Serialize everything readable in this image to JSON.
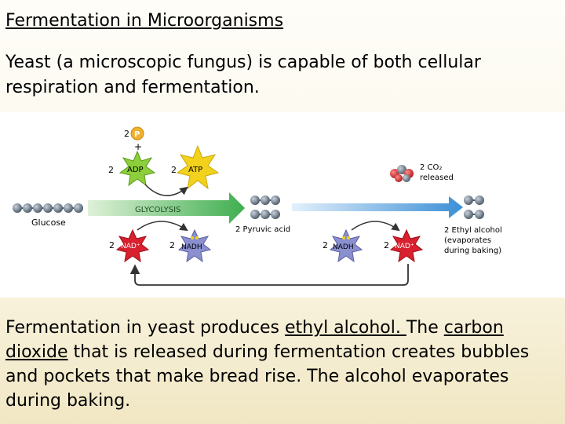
{
  "slide": {
    "title": "Fermentation in Microorganisms",
    "intro": "Yeast (a microscopic fungus) is capable of both cellular respiration and fermentation.",
    "caption": {
      "p1": "Fermentation in yeast produces ",
      "u1": "ethyl alcohol. ",
      "p2": "The ",
      "u2": "carbon dioxide",
      "p3": " that is released during fermentation creates bubbles and pockets that make bread rise. The alcohol evaporates during baking."
    }
  },
  "diagram": {
    "glycolysis_label": "GLYCOLYSIS",
    "glucose_label": "Glucose",
    "pyruvic_label": "2 Pyruvic acid",
    "p_coef": "2",
    "p_symbol": "P",
    "plus": "+",
    "adp_coef": "2",
    "adp_label": "ADP",
    "atp_coef": "2",
    "atp_label": "ATP",
    "co2_line1": "2 CO₂",
    "co2_line2": "released",
    "nad_left_coef": "2",
    "nad_left_label": "NAD⁺",
    "nadh_left_coef": "2",
    "nadh_left_label": "NADH",
    "nadh_right_coef": "2",
    "nadh_right_label": "NADH",
    "nad_right_coef": "2",
    "nad_right_label": "NAD⁺",
    "ethyl_line1": "2 Ethyl alcohol",
    "ethyl_line2": "(evaporates",
    "ethyl_line3": "during baking)",
    "colors": {
      "glycolysis_arrow": "#3fae4f",
      "fermentation_arrow": "#3b8fd6",
      "adp_star": "#8ccf3a",
      "atp_star": "#f2d21c",
      "nad_star": "#d8202e",
      "nadh_star": "#8a8fd0",
      "molecule_ball": "#5a6a7a",
      "co2_red": "#d62a2a",
      "phosphate": "#f0b030",
      "connector": "#333333"
    }
  }
}
